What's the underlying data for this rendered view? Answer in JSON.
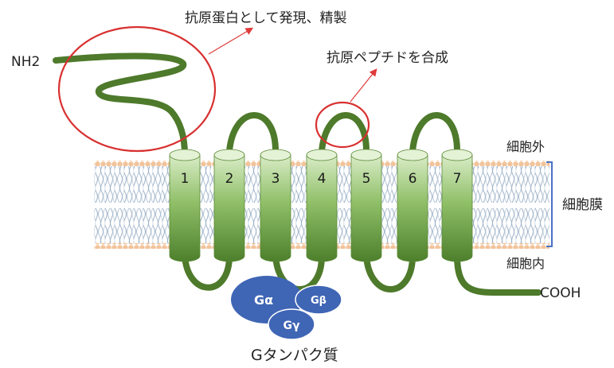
{
  "labels": {
    "n_terminus": "NH2",
    "c_terminus": "COOH",
    "extracellular": "細胞外",
    "membrane": "細胞膜",
    "intracellular": "細胞内",
    "protein_expression": "抗原蛋白として発現、精製",
    "peptide_synthesis": "抗原ペプチドを合成",
    "g_protein": "Gタンパク質"
  },
  "helices": [
    "1",
    "2",
    "3",
    "4",
    "5",
    "6",
    "7"
  ],
  "g_subunits": {
    "alpha": "Gα",
    "beta": "Gβ",
    "gamma": "Gγ"
  },
  "colors": {
    "chain": "#4e7a2b",
    "helix_light": "#d9ecc7",
    "helix_mid": "#8fbf67",
    "helix_dark": "#4d7f2c",
    "membrane_head": "#f2c39a",
    "membrane_tail": "#9db1c7",
    "highlight_circle": "#d93030",
    "arrow": "#e03a3a",
    "g_protein": "#3f65b5",
    "bracket": "#4a72c4"
  }
}
